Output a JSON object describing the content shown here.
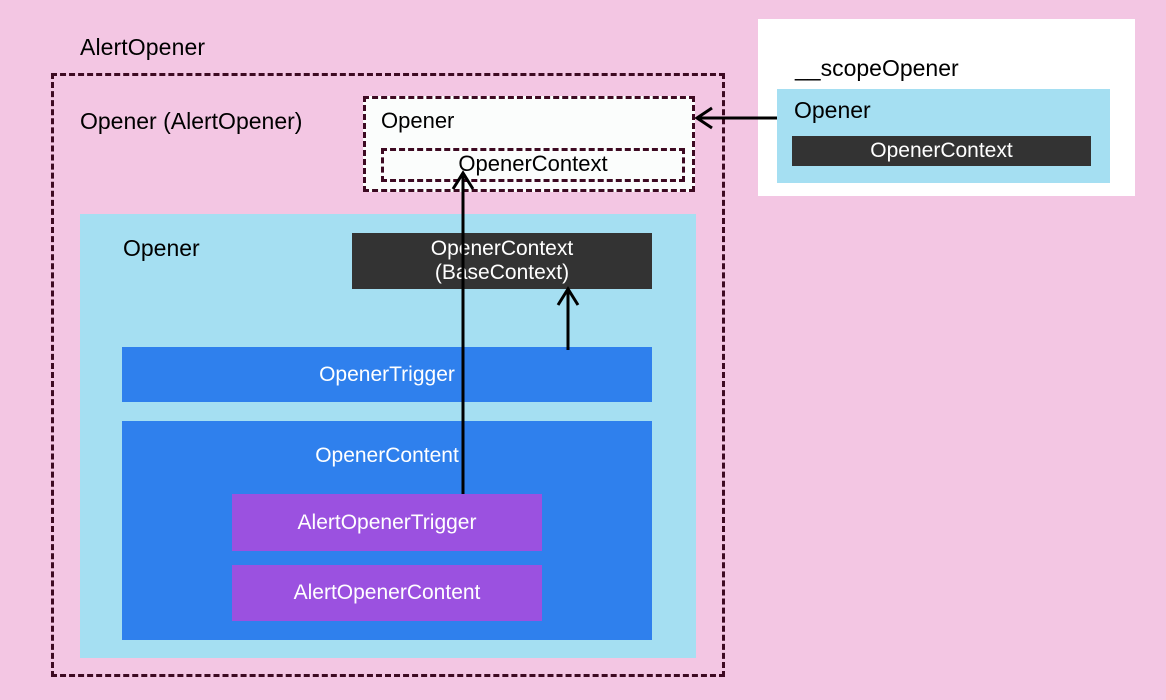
{
  "diagram": {
    "background_color": "#f3c6e3",
    "root_title": "AlertOpener",
    "outer_region": {
      "title": "Opener (AlertOpener)",
      "border_color": "#3d0a22",
      "border_style": "dashed"
    },
    "context_provider_box": {
      "title": "Opener",
      "inner_label": "OpenerContext",
      "fill": "#fbfdfc",
      "border_color": "#3d0a22"
    },
    "opener_panel": {
      "title": "Opener",
      "fill": "#a5dff2",
      "dark_context": {
        "line1": "OpenerContext",
        "line2": "(BaseContext)",
        "fill": "#333333",
        "text_color": "#ffffff"
      },
      "trigger": {
        "label": "OpenerTrigger",
        "fill": "#2f80ed"
      },
      "content": {
        "label": "OpenerContent",
        "fill": "#2f80ed",
        "children": [
          {
            "label": "AlertOpenerTrigger",
            "fill": "#9b51e0"
          },
          {
            "label": "AlertOpenerContent",
            "fill": "#9b51e0"
          }
        ]
      }
    },
    "scope_box": {
      "title": "__scopeOpener",
      "fill": "#ffffff",
      "inner": {
        "title": "Opener",
        "fill": "#a5dff2",
        "dark_context_label": "OpenerContext",
        "dark_fill": "#333333"
      }
    },
    "arrows": [
      {
        "name": "scope-to-context-provider",
        "from": "scope_box.inner",
        "to": "context_provider_box",
        "direction": "left"
      },
      {
        "name": "alert-opener-trigger-to-opener-context",
        "from": "opener_panel.content.children.0",
        "to": "context_provider_box.inner_label",
        "direction": "up"
      },
      {
        "name": "opener-trigger-to-base-context",
        "from": "opener_panel.trigger",
        "to": "opener_panel.dark_context",
        "direction": "up"
      }
    ]
  }
}
